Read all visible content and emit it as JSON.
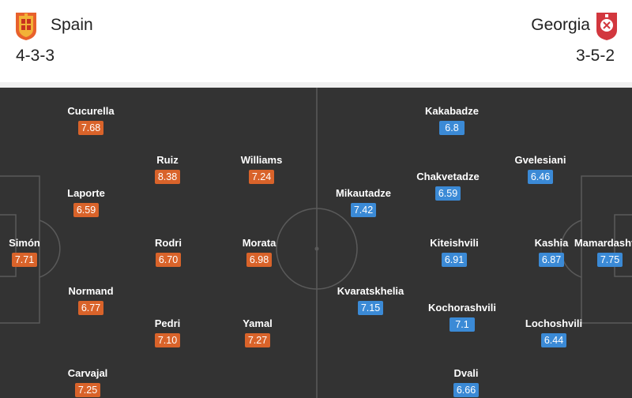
{
  "home": {
    "name": "Spain",
    "formation": "4-3-3",
    "rating_color": "#d9632a",
    "crest_icon": "spain-crest-icon",
    "players": [
      {
        "name": "Cucurella",
        "rating": "7.68"
      },
      {
        "name": "Ruiz",
        "rating": "8.38"
      },
      {
        "name": "Williams",
        "rating": "7.24"
      },
      {
        "name": "Laporte",
        "rating": "6.59"
      },
      {
        "name": "Simón",
        "rating": "7.71"
      },
      {
        "name": "Rodri",
        "rating": "6.70"
      },
      {
        "name": "Morata",
        "rating": "6.98"
      },
      {
        "name": "Normand",
        "rating": "6.77"
      },
      {
        "name": "Pedri",
        "rating": "7.10"
      },
      {
        "name": "Yamal",
        "rating": "7.27"
      },
      {
        "name": "Carvajal",
        "rating": "7.25"
      }
    ]
  },
  "away": {
    "name": "Georgia",
    "formation": "3-5-2",
    "rating_color": "#3b8ad6",
    "crest_icon": "georgia-crest-icon",
    "players": [
      {
        "name": "Kakabadze",
        "rating": "6.8"
      },
      {
        "name": "Gvelesiani",
        "rating": "6.46"
      },
      {
        "name": "Chakvetadze",
        "rating": "6.59"
      },
      {
        "name": "Mikautadze",
        "rating": "7.42"
      },
      {
        "name": "Kiteishvili",
        "rating": "6.91"
      },
      {
        "name": "Kashia",
        "rating": "6.87"
      },
      {
        "name": "Mamardashvili",
        "rating": "7.75"
      },
      {
        "name": "Kvaratskhelia",
        "rating": "7.15"
      },
      {
        "name": "Kochorashvili",
        "rating": "7.1"
      },
      {
        "name": "Lochoshvili",
        "rating": "6.44"
      },
      {
        "name": "Dvali",
        "rating": "6.66"
      }
    ]
  }
}
